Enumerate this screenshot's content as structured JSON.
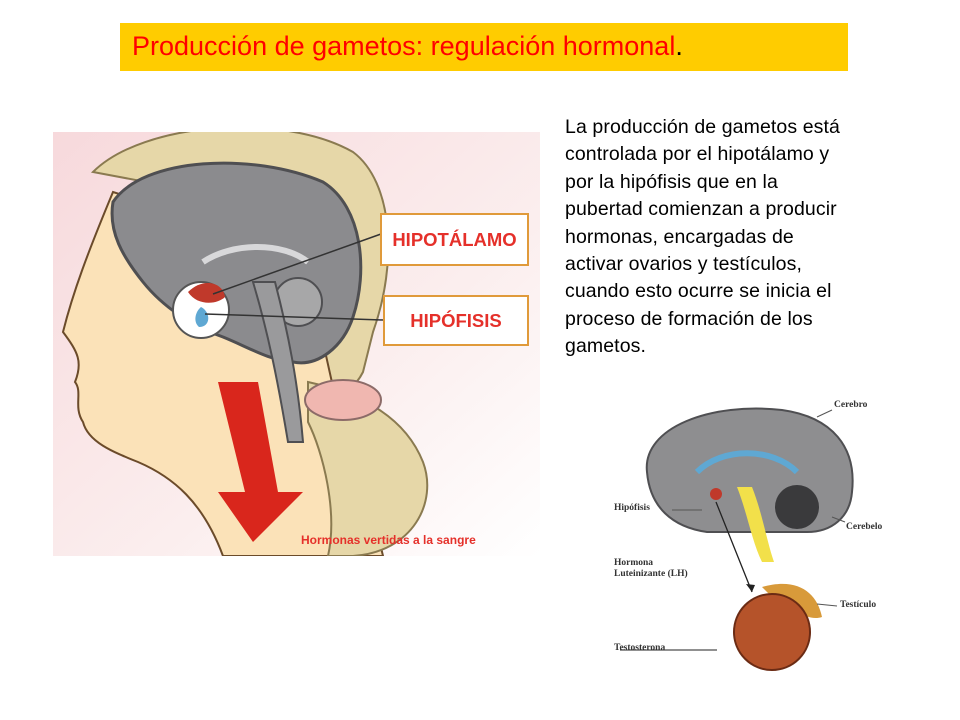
{
  "title": {
    "text": "Producción de gametos: regulación hormonal",
    "punct": ".",
    "bg_color": "#ffcc00",
    "text_color": "#ff0000"
  },
  "body_lines": [
    "La producción de gametos está",
    "controlada por el hipotálamo y",
    "por la hipófisis que en la",
    "pubertad comienzan a producir",
    "hormonas, encargadas de",
    "activar ovarios y testículos,",
    "cuando esto ocurre se inicia el",
    "proceso de formación de los",
    "gametos."
  ],
  "figure_left": {
    "label_hipotalamo": "HIPOTÁLAMO",
    "label_hipofisis": "HIPÓFISIS",
    "caption": "Hormonas vertidas a la sangre"
  },
  "figure_right": {
    "label_cerebro": "Cerebro",
    "label_hipofisis": "Hipófisis",
    "label_cerebelo": "Cerebelo",
    "label_hormona_1": "Hormona",
    "label_hormona_2": "Luteinizante (LH)",
    "label_testiculo": "Testículo",
    "label_testosterona": "Testosterona"
  }
}
